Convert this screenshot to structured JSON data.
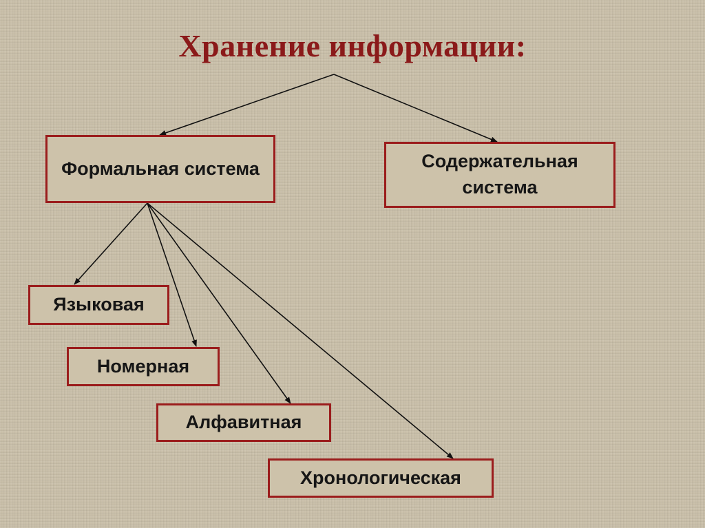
{
  "title": "Хранение информации:",
  "nodes": {
    "formal": "Формальная система",
    "content": "Содержательная система",
    "language": "Языковая",
    "number": "Номерная",
    "alphabet": "Алфавитная",
    "chrono": "Хронологическая"
  },
  "colors": {
    "title": "#8b1a1a",
    "box_border": "#9b1c1c",
    "background": "#c9bfa9",
    "text": "#161616"
  }
}
